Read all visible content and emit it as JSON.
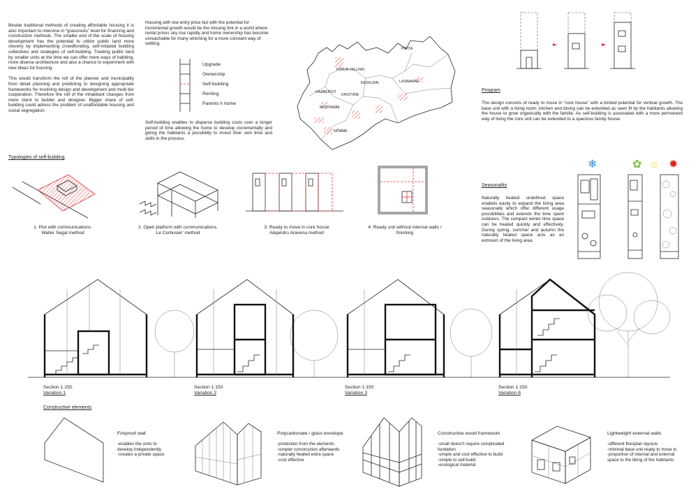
{
  "intro": {
    "paragraph1": "Beside traditional methods of creating affordable housing it is also important to intervine in “grassroots” level for financing and construction methods. The smaller end of the scale of housing development has the potential to utilize public land more cleverly by implementing crowdfunding, self-initiated building collectives and strategies of self-building. Treating public land by smaller units at the time we can offer more ways of habiting, more diverse architecture and also a chance to experiment with new ideas for housing.",
    "paragraph2": "This would transform the roll of the planner and municipality from detail planning and predicting to designing appropriate frameworks for involving design and development and multi tier cooperation. Therefore the roll of the inhabitant changes from mere client to builder and designer. Bigger share of self-building could adress the problem of unaffordable housing and social segregation."
  },
  "ladder": {
    "intro": "Housing with low entry price but with the potential for incremental growth would be the missing link in a world where rental prices sky rise rapidly and home ownership has become unreachable for many whishing for a more constant way of settling.",
    "labels": [
      "Upgrade",
      "Ownership",
      "Self-building",
      "Renting",
      "Parents h home"
    ],
    "outro": "Self-building enables to disperse building costs over a longer period of time allowing the home to develop incrementally and giving the habitants a possibility to invest their own time and skills in the process."
  },
  "map": {
    "districts": [
      "PIRITA",
      "PÕHJA-TALLINN",
      "KESKLINN",
      "LASNAMÄE",
      "HAABERSTI",
      "KRISTIINE",
      "MUSTAMÄE",
      "NÕMME"
    ]
  },
  "program": {
    "heading": "Program",
    "text": "The design consists of ready to move in “core house” with a limited potential for vertical growth. The base unit with a living room, kitchen and dining can be extended as seen fit by the habitants allowing the house to grow organically with the familie. As self-building is associated with a more permanent way of living the core unit can be extended to a spacious family house."
  },
  "typologies": {
    "heading": "Typologies of self-building",
    "items": [
      {
        "line1": "1. Plot with communications.",
        "line2": "Walter Segal method"
      },
      {
        "line1": "2. Open platform with communications.",
        "line2": "Le Corbusier' method"
      },
      {
        "line1": "3. Ready to move in core house",
        "line2": "Alejandro Aravena method"
      },
      {
        "line1": "4. Ready unit without internal walls /",
        "line2": "finishing"
      }
    ]
  },
  "seasonality": {
    "heading": "Seasonality",
    "text": "Naturally heated undefined space enabels easily to expand the living area seasonally which offer different usage possibilities and extends the time spent outdoors. The compact winter time space can be heated quickly and effectively. During spring, summer and autumn the naturally heated space acts as an extnsion of the living area.",
    "colors": {
      "winter": "#2f8fe0",
      "spring": "#7cc242",
      "summer": "#f2e534",
      "autumn": "#d8261c"
    }
  },
  "sections": [
    {
      "scale": "Section 1:150",
      "variation": "Variation 1"
    },
    {
      "scale": "Section 1:150",
      "variation": "Variation 2"
    },
    {
      "scale": "Section 1:150",
      "variation": "Variation 3"
    },
    {
      "scale": "Section 1:150",
      "variation": "Variation 6"
    }
  ],
  "constructive": {
    "heading": "Constructive elements",
    "items": [
      {
        "title": "Fireproof wall",
        "points": [
          "-enables the units to",
          "develop independently",
          "-creates a private space"
        ]
      },
      {
        "title": "Polycarbonate / glass envelope",
        "points": [
          "-protection from the elements",
          "-simpler construction afterwards",
          "-naturally heated extra space",
          "-cost effective"
        ]
      },
      {
        "title": "Constructive wood framework",
        "points": [
          "-small doesn't require complicated",
          "fundation",
          "-simple and cost effective to build",
          "-simple to self-build",
          "-ecological material"
        ]
      },
      {
        "title": "Lightweight external walls",
        "points": [
          "-different floorplan layouts",
          "-minimal base unit ready to move in",
          "-proportion of internal and external",
          "space to the liking of the habitants"
        ]
      }
    ]
  }
}
